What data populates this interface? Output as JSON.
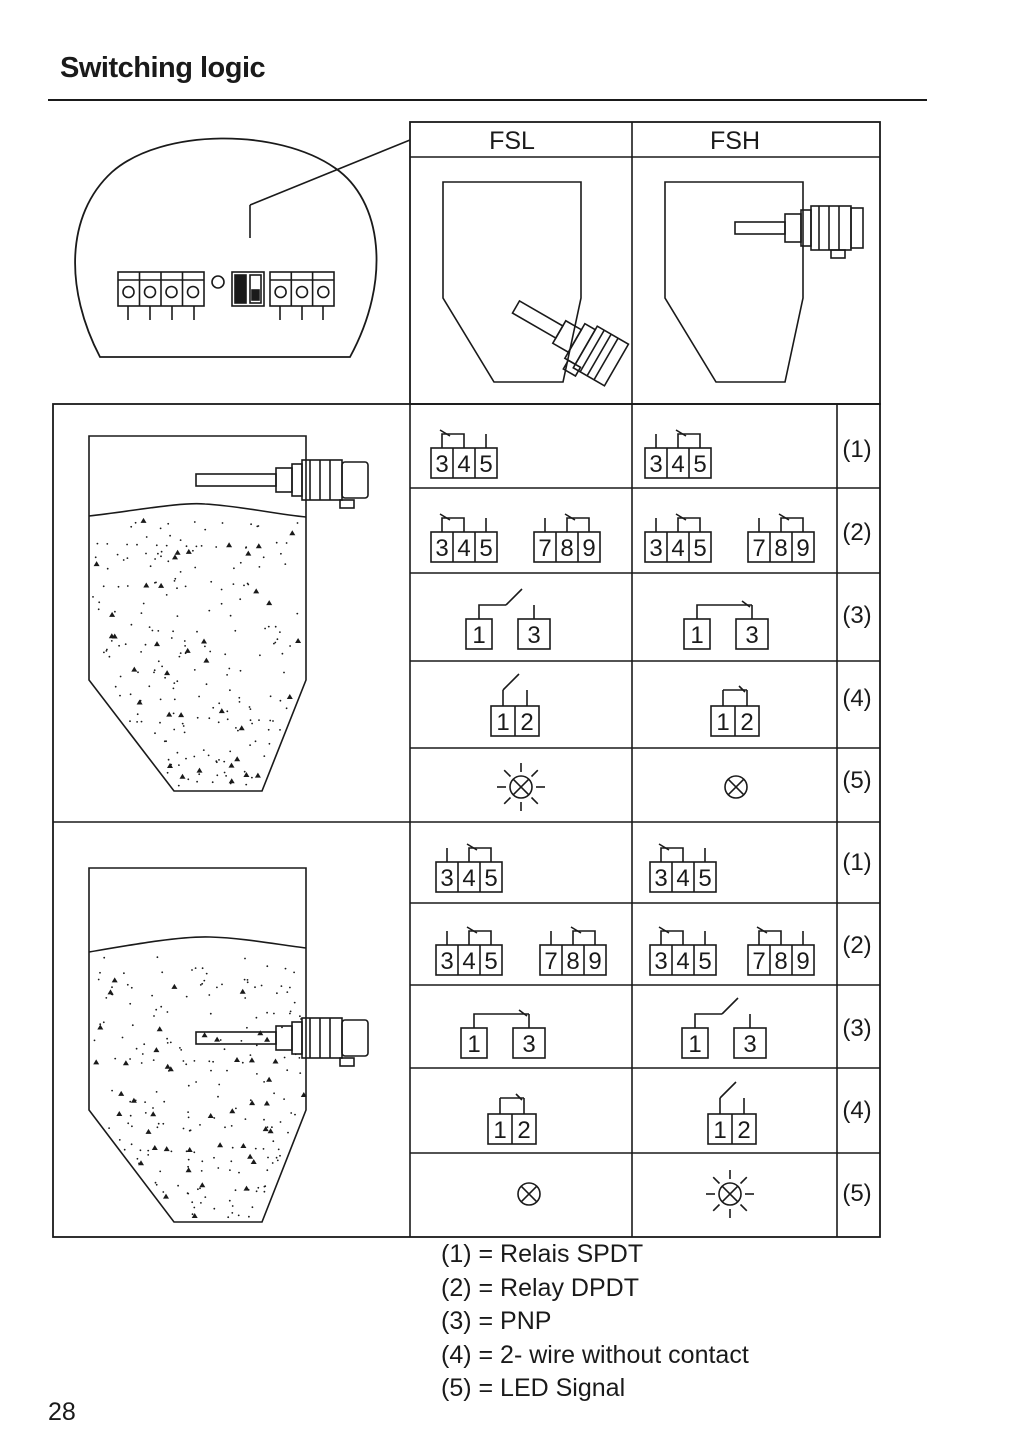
{
  "page": {
    "title": "Switching logic",
    "page_number": "28"
  },
  "columns": {
    "fsl": "FSL",
    "fsh": "FSH"
  },
  "row_labels": [
    "(1)",
    "(2)",
    "(3)",
    "(4)",
    "(5)"
  ],
  "terminals": {
    "spdt": [
      "3",
      "4",
      "5"
    ],
    "dpdt_second": [
      "7",
      "8",
      "9"
    ],
    "pnp": [
      "1",
      "3"
    ],
    "two_wire": [
      "1",
      "2"
    ]
  },
  "legend": [
    "(1) = Relais SPDT",
    "(2) = Relay DPDT",
    "(3) = PNP",
    "(4) = 2- wire without contact",
    "(5) = LED Signal"
  ]
}
